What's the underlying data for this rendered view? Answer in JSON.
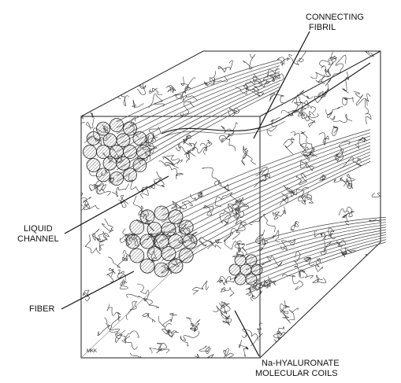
{
  "labels": {
    "connecting_fibril": [
      "CONNECTING",
      "FIBRIL"
    ],
    "liquid_channel": [
      "LIQUID",
      "CHANNEL"
    ],
    "fiber": [
      "FIBER"
    ],
    "molecular_coils": [
      "Na-HYALURONATE",
      "MOLECULAR COILS"
    ],
    "signature": "MKK"
  },
  "colors": {
    "ink": "#111111",
    "fiber_hatch": "#bdbdbd",
    "background": "#ffffff"
  }
}
